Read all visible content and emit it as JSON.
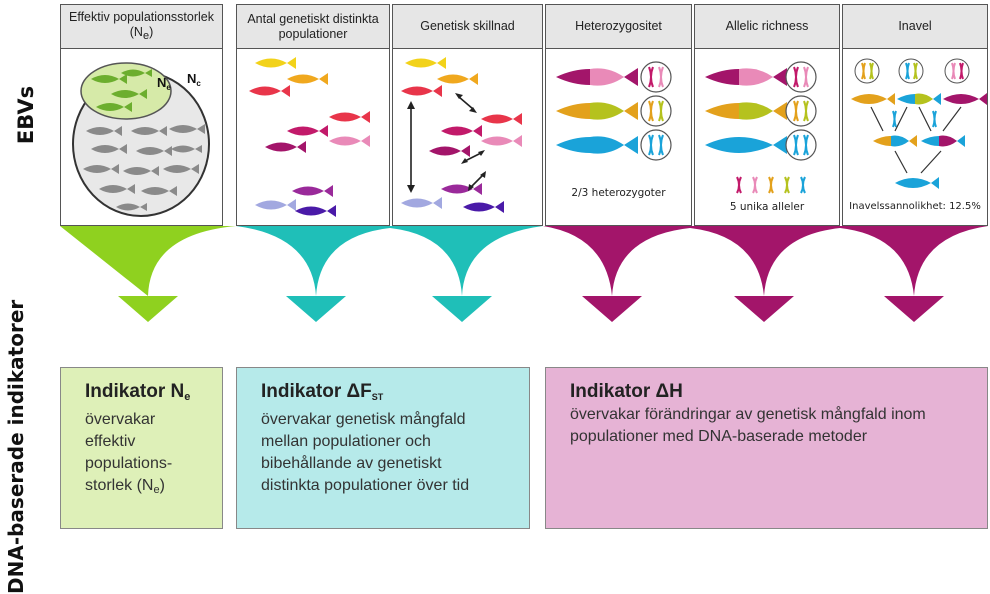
{
  "side": {
    "ebv": "EBVs",
    "dna": "DNA-baserade indikatorer"
  },
  "panels": [
    {
      "title_main": "Effektiv populationsstorlek (N",
      "title_sub": "e",
      "title_end": ")",
      "ne": "N",
      "ne_sub": "e",
      "nc": "N",
      "nc_sub": "c"
    },
    {
      "title": "Antal genetiskt distinkta populationer"
    },
    {
      "title": "Genetisk skillnad"
    },
    {
      "title": "Heterozygositet",
      "caption": "2/3 heterozygoter"
    },
    {
      "title": "Allelic richness",
      "caption": "5 unika alleler"
    },
    {
      "title": "Inavel",
      "caption": "Inavelssannolikhet: 12.5%"
    }
  ],
  "indicators": [
    {
      "title": "Indikator N",
      "title_sub": "e",
      "lines": [
        "övervakar",
        "effektiv",
        "populations-",
        "storlek (N"
      ],
      "line_sub": "e",
      "line_end": ")"
    },
    {
      "title": "Indikator ΔF",
      "title_sub": "ST",
      "lines": [
        "övervakar genetisk mångfald",
        "mellan populationer och",
        "bibehållande av genetiskt",
        "distinkta populationer över tid"
      ]
    },
    {
      "title": "Indikator ΔH",
      "lines": [
        "övervakar förändringar av genetisk mångfald inom",
        "populationer med DNA-baserade metoder"
      ]
    }
  ],
  "colors": {
    "green": "#8fd11f",
    "teal": "#1fbfb8",
    "magenta": "#a3156a",
    "box_green": "#def0b8",
    "box_teal": "#b6eaea",
    "box_pink": "#e6b3d5"
  }
}
